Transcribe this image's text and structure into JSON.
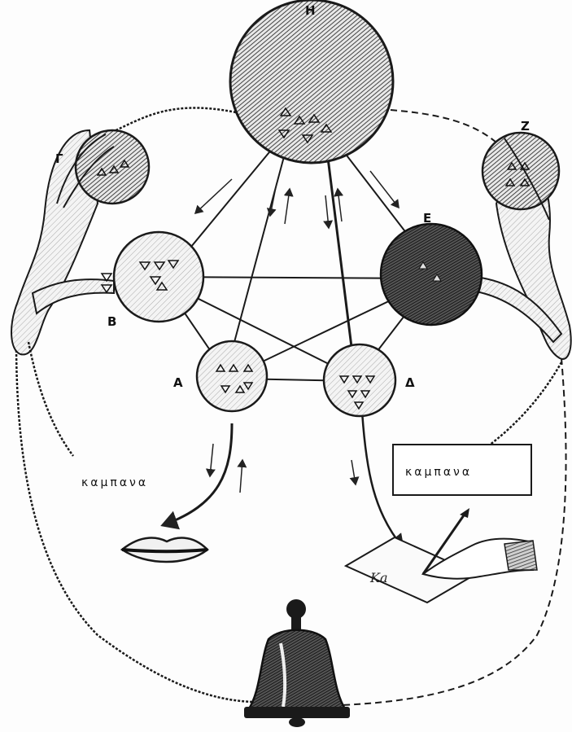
{
  "diagram": {
    "labels": {
      "H": "Η",
      "Gamma": "Γ",
      "Zeta": "Ζ",
      "Beta": "Β",
      "Epsilon": "Ε",
      "Alpha": "Α",
      "Delta": "Δ"
    },
    "word_spoken": "καμπανα",
    "word_written": "καμπανα",
    "handwriting": "Ka"
  },
  "colors": {
    "ink": "#1a1a1a",
    "hatch_dark": "#3a3a3a",
    "hatch_light": "#bdbdbd",
    "paper": "#fdfdfd"
  },
  "icons": [
    "lips-icon",
    "hand-writing-icon",
    "bell-icon",
    "ear-icon"
  ]
}
